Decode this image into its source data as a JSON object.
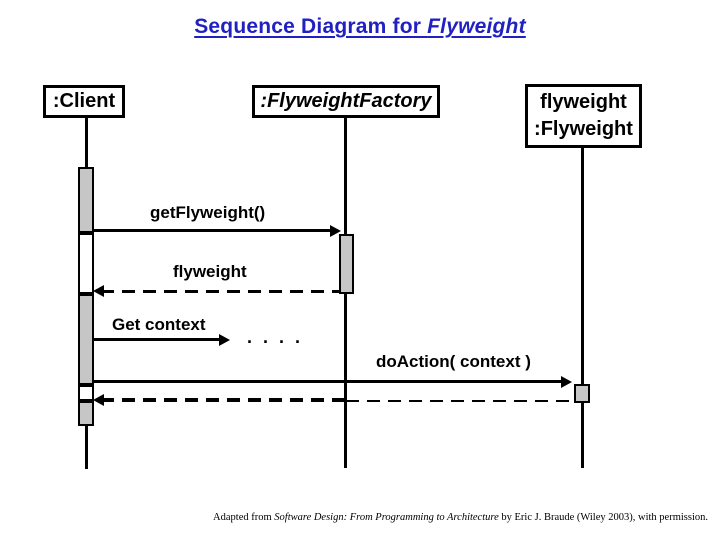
{
  "title": {
    "prefix": "Sequence Diagram for ",
    "emphasis": "Flyweight",
    "color": "#2121c1"
  },
  "participants": [
    {
      "id": "client",
      "label": ":Client"
    },
    {
      "id": "flyweight-factory",
      "label": ":FlyweightFactory"
    },
    {
      "id": "flyweight",
      "label_line1": "flyweight",
      "label_line2": ":Flyweight"
    }
  ],
  "messages": {
    "get_flyweight": "getFlyweight()",
    "flyweight_return": "flyweight",
    "get_context": "Get context",
    "ellipsis": ". . . .",
    "do_action": "doAction( context )"
  },
  "colors": {
    "title_blue": "#2121c1",
    "activation_fill": "#c6c6c6",
    "line": "#000000"
  },
  "footer": {
    "prefix": "Adapted from ",
    "book_title": "Software Design: From Programming to Architecture",
    "suffix": " by Eric J. Braude (Wiley 2003), with permission."
  }
}
